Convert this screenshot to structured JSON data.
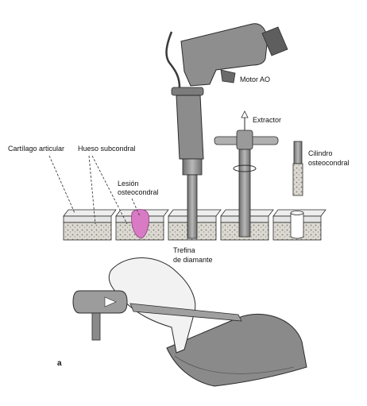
{
  "labels": {
    "motor": "Motor AO",
    "extractor": "Extractor",
    "cartilago": "Cartílago articular",
    "hueso": "Hueso subcondral",
    "lesion_1": "Lesión",
    "lesion_2": "osteocondral",
    "cilindro_1": "Cilindro",
    "cilindro_2": "osteocondral",
    "trefina_1": "Trefina",
    "trefina_2": "de diamante",
    "panel": "a"
  },
  "colors": {
    "device_gray": "#8e8e8e",
    "device_dark": "#5a5a5a",
    "bone": "#d9d6cf",
    "cartilage": "#e8e8e8",
    "lesion": "#d97bc4",
    "outline": "#2a2a2a"
  }
}
